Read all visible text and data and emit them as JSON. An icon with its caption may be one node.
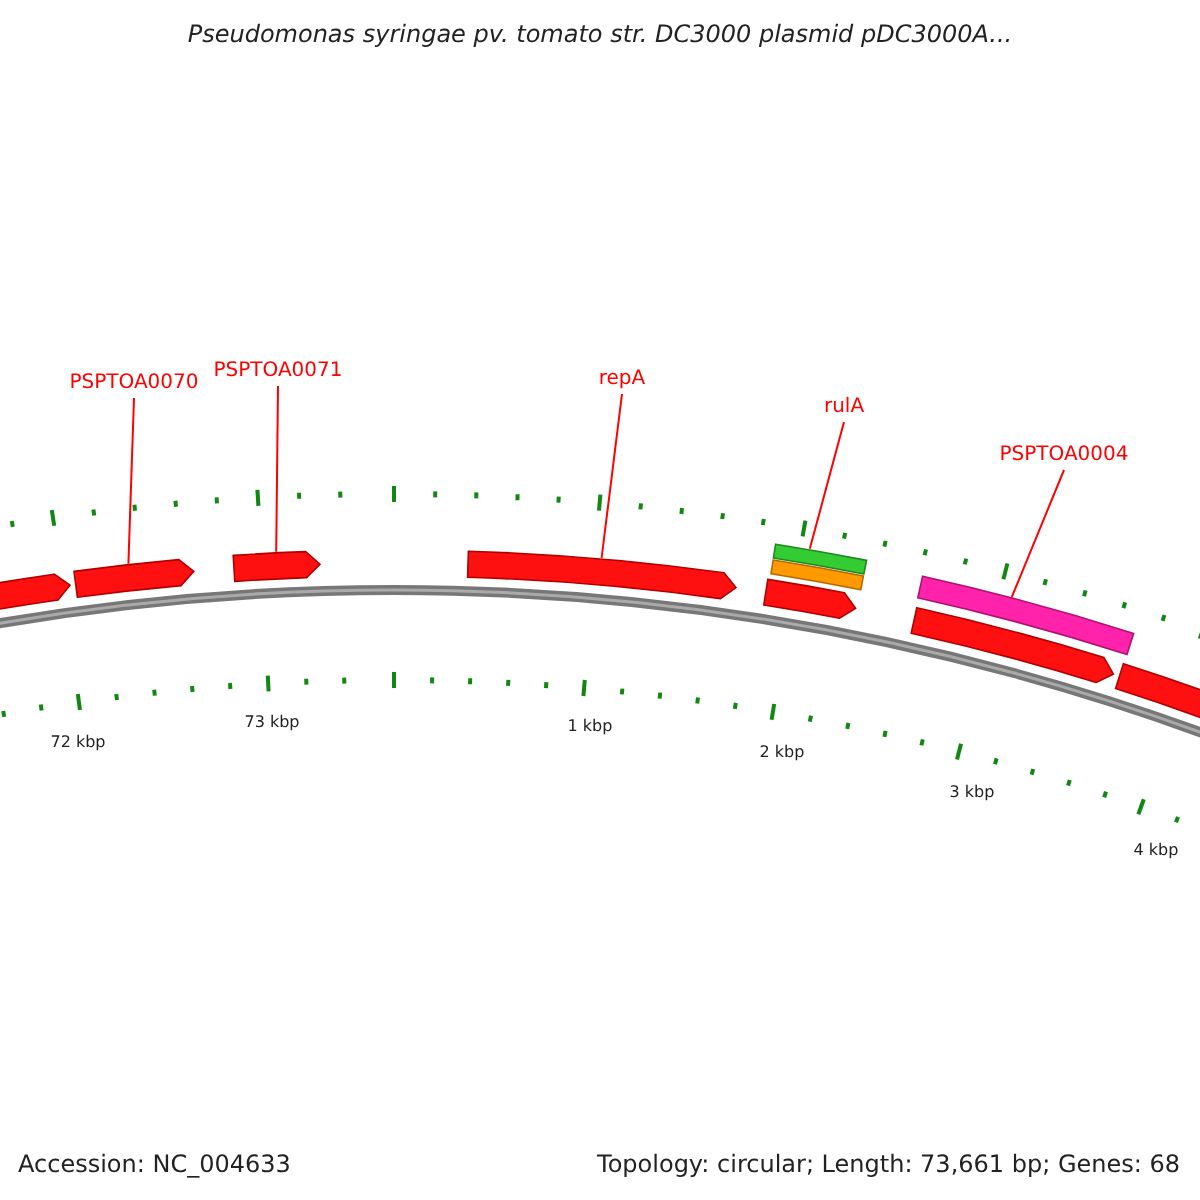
{
  "diagram": {
    "title": "Pseudomonas syringae pv. tomato str. DC3000 plasmid pDC3000A...",
    "nodes": [
      {
        "text": [
          "PSPTOA0070"
        ]
      },
      {
        "text": [
          "PSPTOA0071"
        ]
      },
      {
        "text": [
          "repA"
        ]
      },
      {
        "text": [
          "rulA"
        ]
      },
      {
        "text": [
          "PSPTOA0004"
        ]
      },
      {
        "text": [],
        "shape": "pentagon"
      },
      {
        "text": [],
        "shape": "pentagon"
      },
      {
        "text": [],
        "shape": "pentagon"
      },
      {
        "text": [],
        "shape": "pentagon"
      },
      {
        "text": [],
        "shape": "bar"
      },
      {
        "text": [],
        "shape": "bar"
      },
      {
        "text": [],
        "shape": "pentagon"
      },
      {
        "text": [],
        "shape": "bar"
      },
      {
        "text": [],
        "shape": "pentagon"
      },
      {
        "text": [],
        "shape": "pentagon"
      }
    ],
    "edges": [
      {
        "from": 0,
        "to": 6,
        "arrow": "none"
      },
      {
        "from": 1,
        "to": 7,
        "arrow": "none"
      },
      {
        "from": 2,
        "to": 8,
        "arrow": "none"
      },
      {
        "from": 3,
        "to": 9,
        "arrow": "none"
      },
      {
        "from": 4,
        "to": 12,
        "arrow": "none"
      }
    ],
    "labels": [
      "72 kbp",
      "73 kbp",
      "1 kbp",
      "2 kbp",
      "3 kbp",
      "4 kbp",
      "Accession: NC_004633",
      "Topology: circular; Length: 73,661 bp; Genes: 68"
    ]
  }
}
